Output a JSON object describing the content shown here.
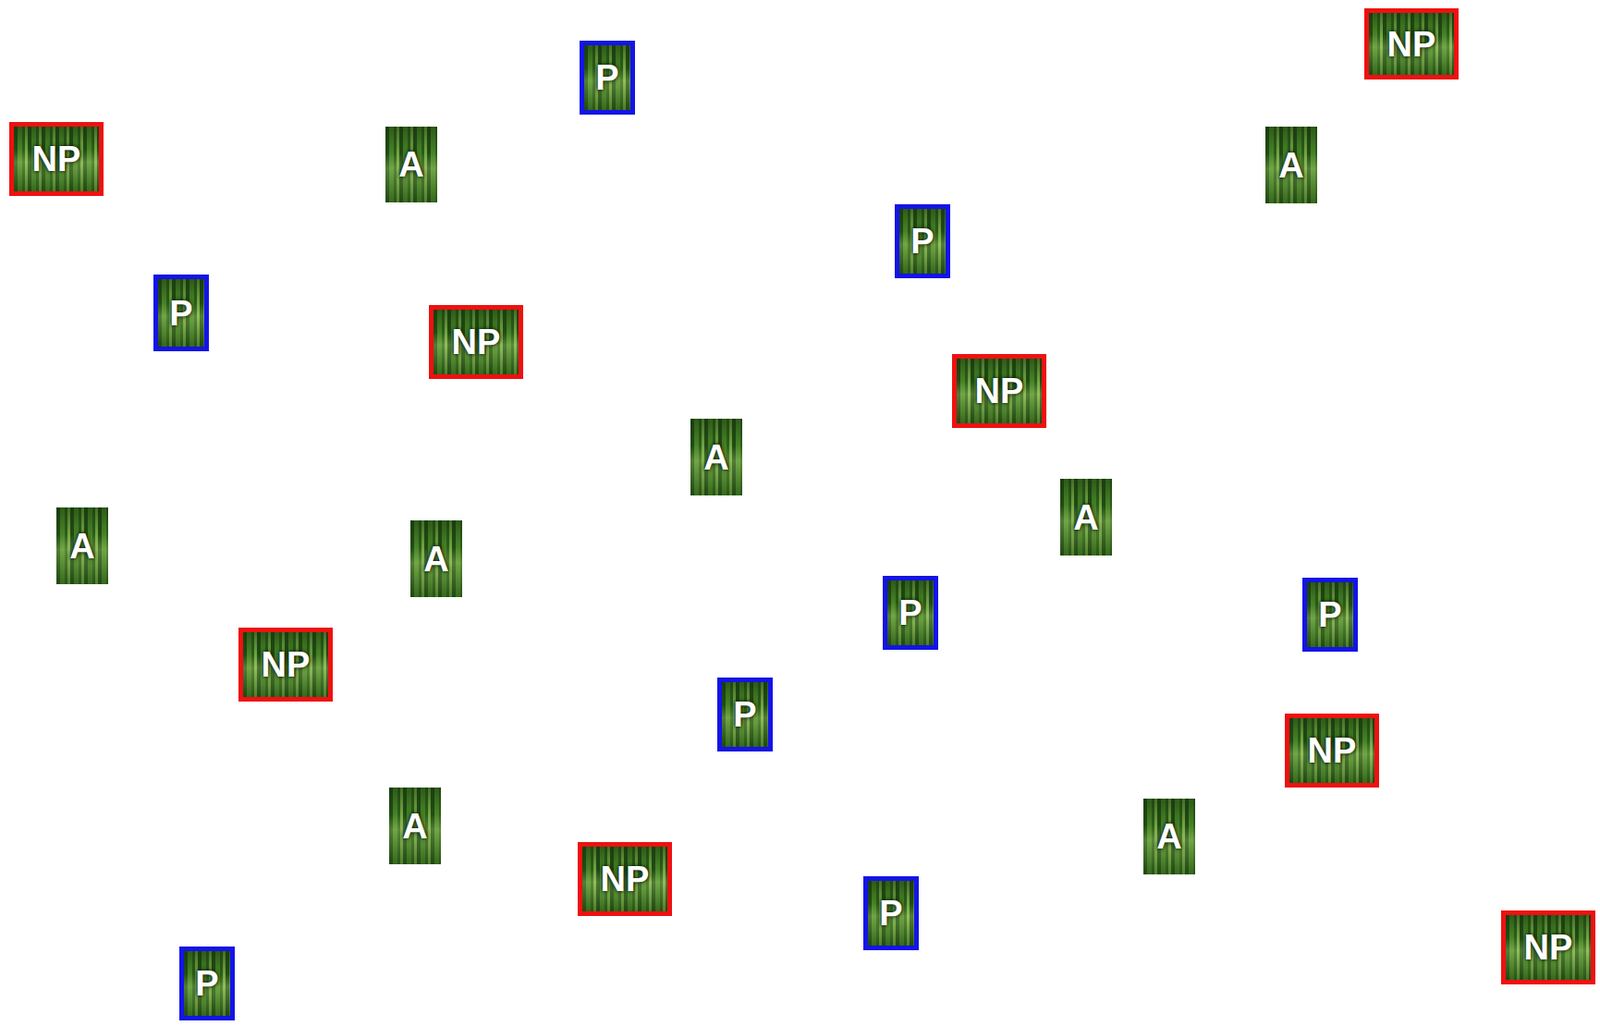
{
  "diagram": {
    "nodes": [
      {
        "text": [
          "NP"
        ]
      },
      {
        "text": [
          "P"
        ]
      },
      {
        "text": [
          "NP"
        ]
      },
      {
        "text": [
          "A"
        ]
      },
      {
        "text": [
          "A"
        ]
      },
      {
        "text": [
          "P"
        ]
      },
      {
        "text": [
          "P"
        ]
      },
      {
        "text": [
          "NP"
        ]
      },
      {
        "text": [
          "NP"
        ]
      },
      {
        "text": [
          "A"
        ]
      },
      {
        "text": [
          "A"
        ]
      },
      {
        "text": [
          "A"
        ]
      },
      {
        "text": [
          "A"
        ]
      },
      {
        "text": [
          "P"
        ]
      },
      {
        "text": [
          "P"
        ]
      },
      {
        "text": [
          "NP"
        ]
      },
      {
        "text": [
          "P"
        ]
      },
      {
        "text": [
          "NP"
        ]
      },
      {
        "text": [
          "A"
        ]
      },
      {
        "text": [
          "A"
        ]
      },
      {
        "text": [
          "NP"
        ]
      },
      {
        "text": [
          "P"
        ]
      },
      {
        "text": [
          "NP"
        ]
      },
      {
        "text": [
          "P"
        ]
      }
    ]
  }
}
